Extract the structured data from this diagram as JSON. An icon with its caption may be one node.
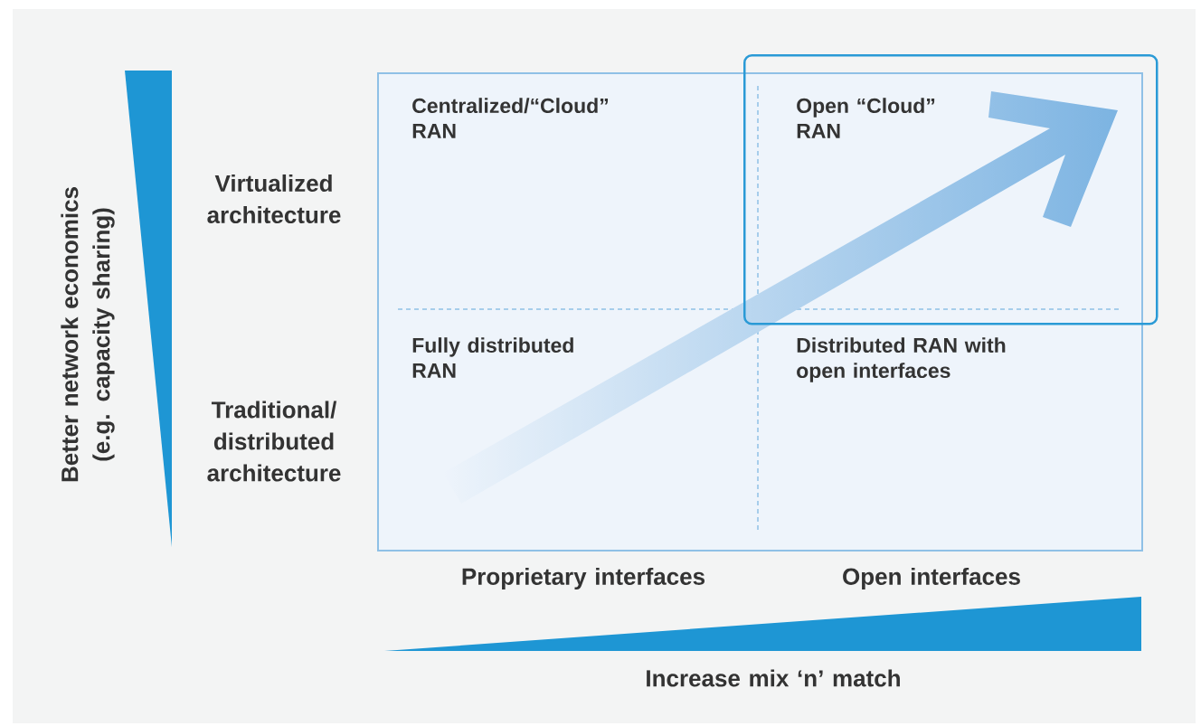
{
  "diagram": {
    "nodes": [
      {
        "text": [
          "Centralized/“Cloud” RAN",
          "Fully distributed RAN",
          "Distributed RAN with open interfaces"
        ]
      },
      {
        "text": [
          "Open “Cloud” RAN"
        ]
      }
    ],
    "labels": [
      "Virtualized architecture",
      "Traditional/ distributed architecture",
      "Better network economics (e.g. capacity sharing)",
      "Proprietary interfaces",
      "Open interfaces",
      "Increase mix ‘n’ match"
    ]
  }
}
